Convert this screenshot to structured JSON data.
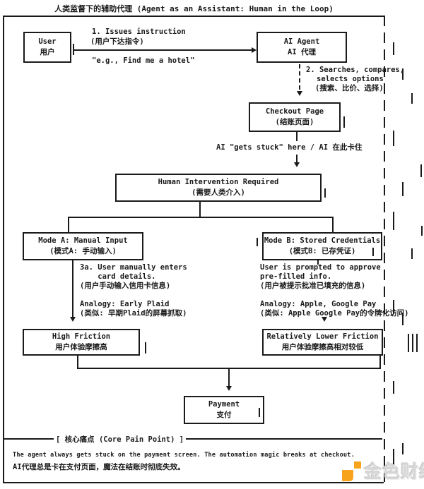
{
  "title": "人类监督下的辅助代理 (Agent as an Assistant: Human in the Loop)",
  "nodes": {
    "user": {
      "line1": "User",
      "line2": "用户"
    },
    "ai_agent": {
      "line1": "AI Agent",
      "line2": "AI 代理"
    },
    "checkout": {
      "line1": "Checkout Page",
      "line2": "(结账页面)"
    },
    "human_intervention": {
      "line1": "Human Intervention Required",
      "line2": "(需要人类介入)"
    },
    "mode_a": {
      "line1": "Mode A: Manual Input",
      "line2": "(模式A: 手动输入)"
    },
    "mode_b": {
      "line1": "Mode B: Stored Credentials",
      "line2": "(模式B: 已存凭证)"
    },
    "high_friction": {
      "line1": "High Friction",
      "line2": "用户体验摩擦高"
    },
    "lower_friction": {
      "line1": "Relatively Lower Friction",
      "line2": "用户体验摩擦高相对较低"
    },
    "payment": {
      "line1": "Payment",
      "line2": "支付"
    }
  },
  "edges": {
    "step1_line1": "1. Issues instruction",
    "step1_line2": "(用户下达指令)",
    "step1_example": "\"e.g., Find me a hotel\"",
    "step2_line1": "2. Searches, compares,",
    "step2_line2": "selects options",
    "step2_line3": "(搜索、比价、选择)",
    "stuck_label": "AI \"gets stuck\" here / AI 在此卡住",
    "mode_a_detail": "3a. User manually enters\n    card details.\n(用户手动输入信用卡信息)\n\nAnalogy: Early Plaid\n(类似: 早期Plaid的屏幕抓取)",
    "mode_b_detail": "User is prompted to approve\npre-filled info.\n(用户被提示批准已填充的信息)\n\nAnalogy: Apple, Google Pay\n(类似: Apple Google Pay的令牌化访问)"
  },
  "pain_point": {
    "label": "[ 核心痛点 (Core Pain Point) ]",
    "line1": "The agent always gets stuck on the payment screen. The automation magic breaks at checkout.",
    "line2": "AI代理总是卡在支付页面，魔法在结账时彻底失效。"
  },
  "watermark": {
    "text": "金色财经",
    "color": "#F7A41C"
  },
  "colors": {
    "ink": "#1a1a1a",
    "background": "#ffffff"
  }
}
